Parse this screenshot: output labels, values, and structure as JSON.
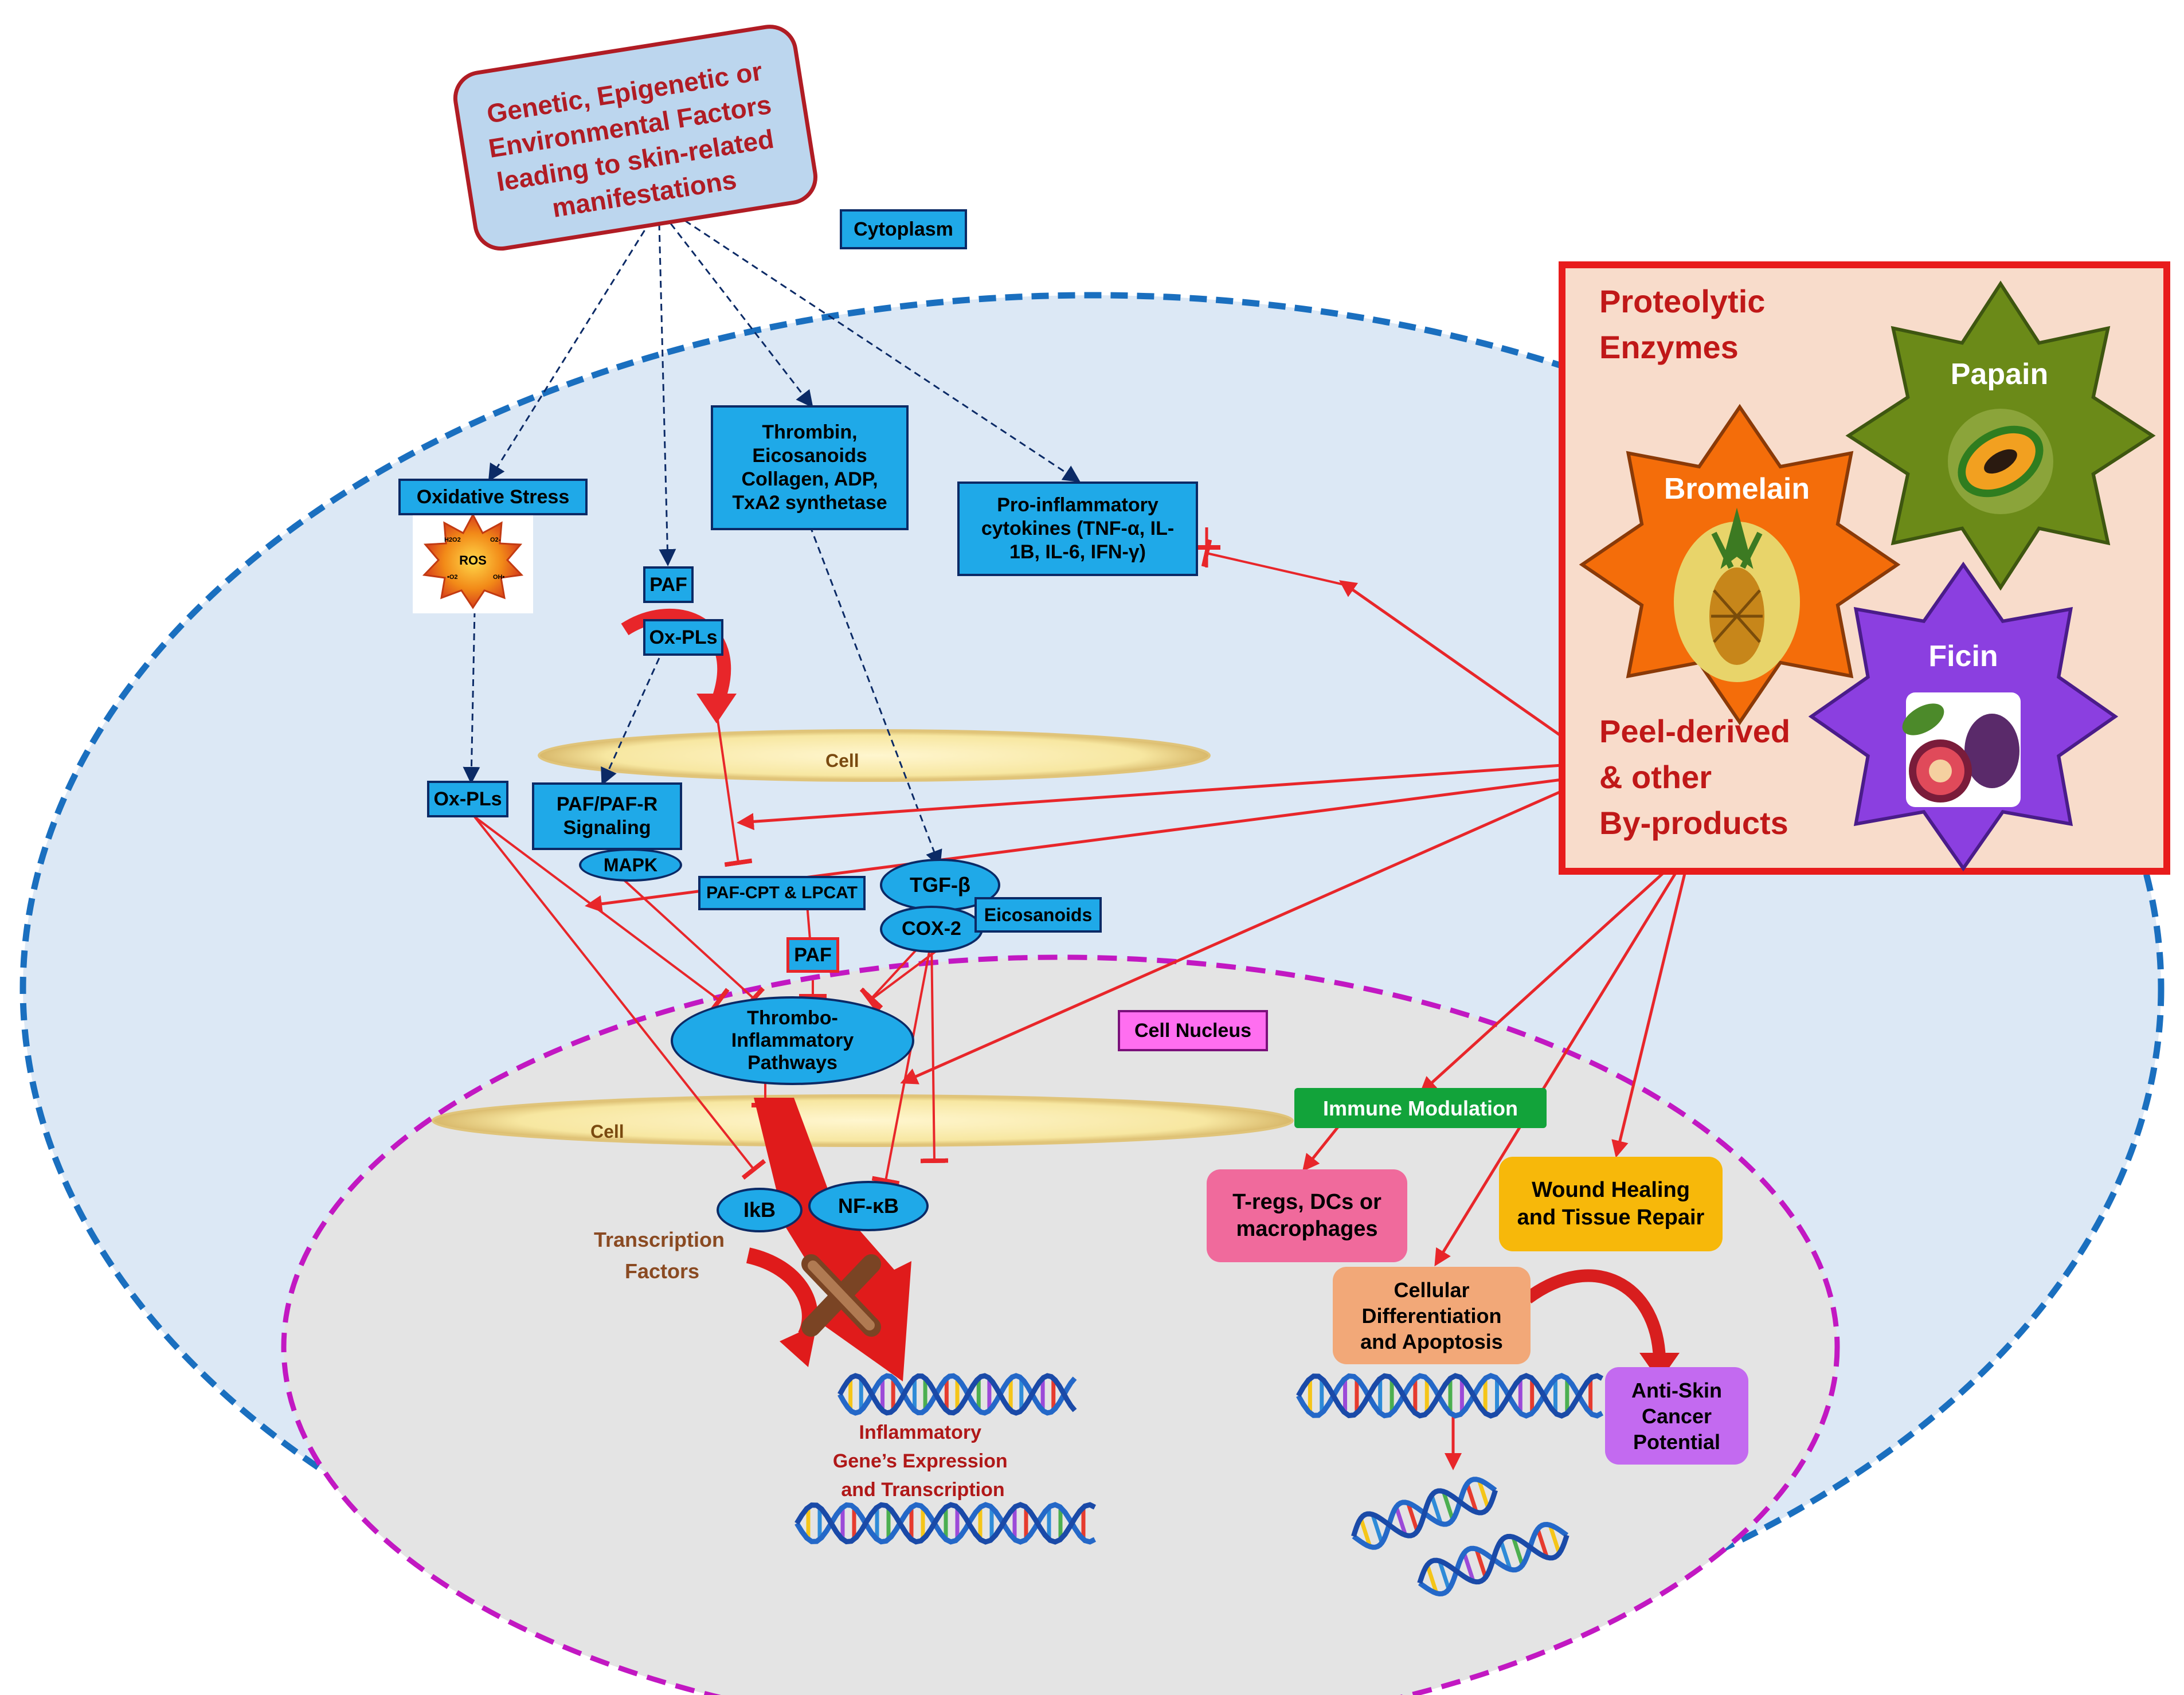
{
  "source_box": {
    "lines": [
      "Genetic, Epigenetic or",
      "Environmental Factors",
      "leading to skin-related",
      "manifestations"
    ]
  },
  "compartments": {
    "cytoplasm": "Cytoplasm",
    "nucleus": "Cell Nucleus",
    "membrane_upper": "Cell",
    "membrane_lower": "Cell"
  },
  "nodes": {
    "oxidative_stress": "Oxidative Stress",
    "ros": "ROS",
    "ros_species": [
      "H2O2",
      "O2-",
      "OH•",
      "•O2"
    ],
    "paf_top": "PAF",
    "ox_pls_top": "Ox-PLs",
    "thrombin_lines": [
      "Thrombin,",
      "Eicosanoids",
      "Collagen, ADP,",
      "TxA2 synthetase"
    ],
    "proinflammatory_lines": [
      "Pro-inflammatory",
      "cytokines (TNF-α, IL-",
      "1B, IL-6, IFN-γ)"
    ],
    "ox_pls_left": "Ox-PLs",
    "paf_signaling_lines": [
      "PAF/PAF-R",
      "Signaling"
    ],
    "mapk": "MAPK",
    "paf_cpt": "PAF-CPT & LPCAT",
    "paf_mid": "PAF",
    "tgf_beta": "TGF-β",
    "cox2": "COX-2",
    "eicosanoids": "Eicosanoids",
    "thrombo_lines": [
      "Thrombo-",
      "Inflammatory",
      "Pathways"
    ],
    "ikb": "IkB",
    "nfkb": "NF-κB",
    "transcription_lines": [
      "Transcription",
      "Factors"
    ],
    "inflammatory_gene_lines": [
      "Inflammatory",
      "Gene’s Expression",
      "and Transcription"
    ]
  },
  "enzyme_panel": {
    "heading_lines": [
      "Proteolytic",
      "Enzymes"
    ],
    "footer_lines": [
      "Peel-derived",
      "& other",
      "By-products"
    ],
    "papain": "Papain",
    "bromelain": "Bromelain",
    "ficin": "Ficin"
  },
  "effects": {
    "immune": "Immune Modulation",
    "tregs_lines": [
      "T-regs, DCs or",
      "macrophages"
    ],
    "wound_lines": [
      "Wound Healing",
      "and Tissue Repair"
    ],
    "cellular_lines": [
      "Cellular",
      "Differentiation",
      "and Apoptosis"
    ],
    "anticancer_lines": [
      "Anti-Skin",
      "Cancer",
      "Potential"
    ]
  },
  "colors": {
    "node_fill": "#1fa9e8",
    "node_border": "#0b2a66",
    "inhibit": "#e8262a",
    "cell_fill": "#dce8f5",
    "cell_border": "#1a6fbf",
    "nucleus_fill": "#e4e4e4",
    "nucleus_border": "#c218c2",
    "enzyme_panel_fill": "#f8dccb",
    "enzyme_panel_border": "#e81c1c",
    "papain_fill": "#6b8a18",
    "bromelain_fill": "#f46d0a",
    "ficin_fill": "#8b3fe0",
    "source_fill": "#bcd6ee",
    "source_border": "#b01c24"
  }
}
